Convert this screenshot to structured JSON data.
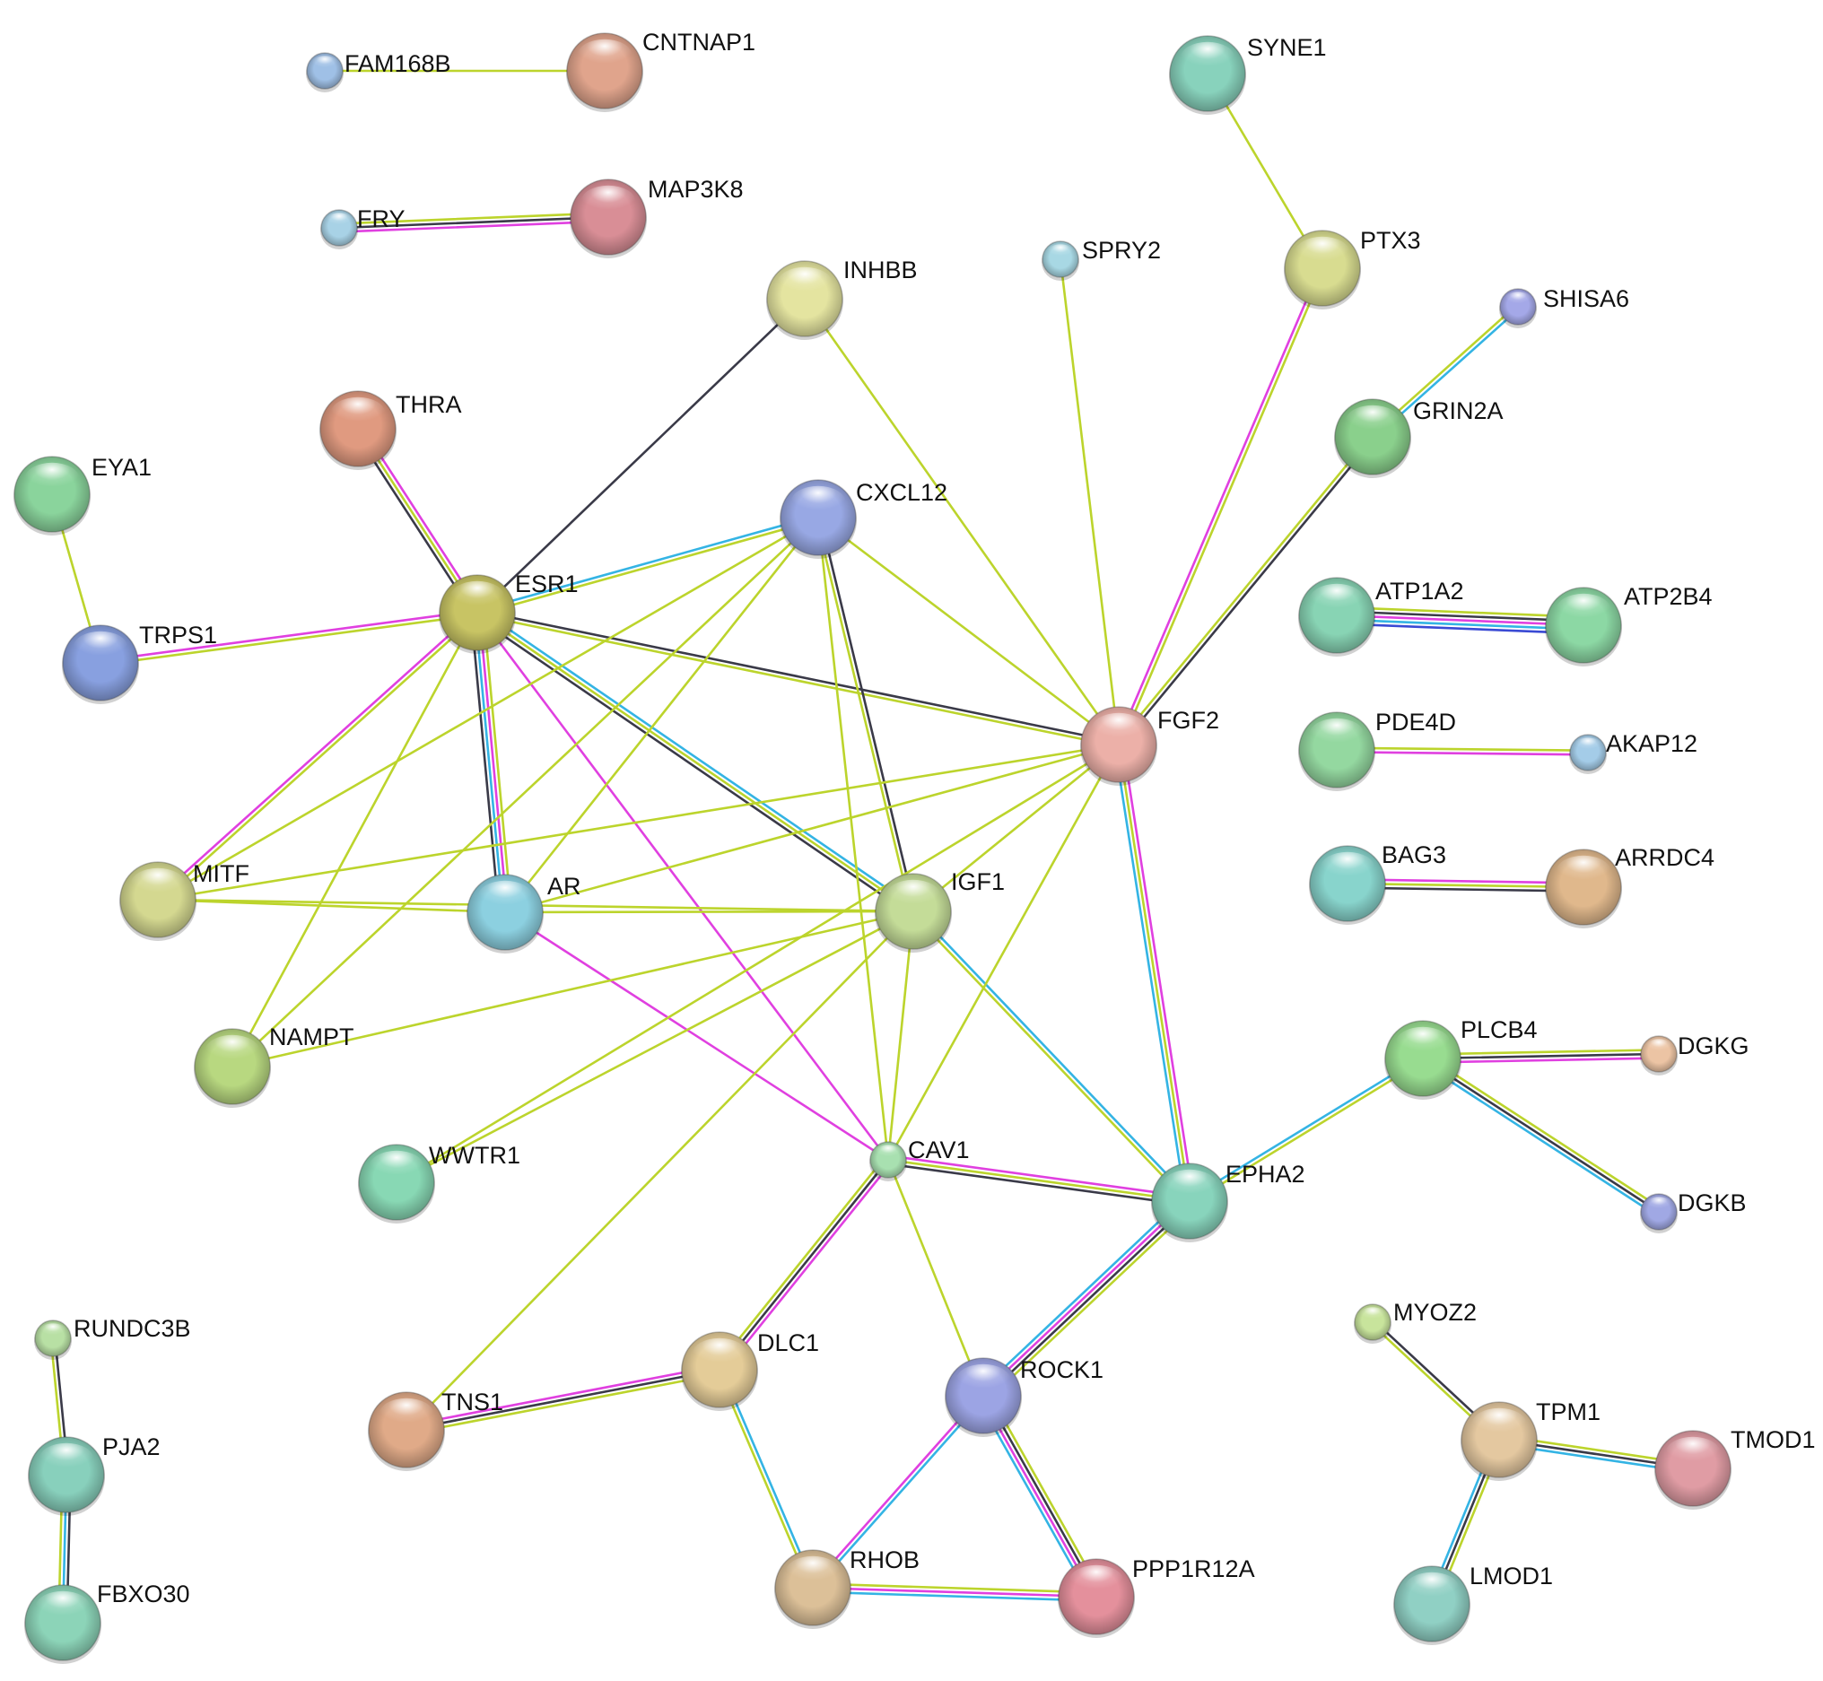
{
  "network": {
    "nodes": [
      {
        "id": "FAM168B",
        "label": "FAM168B",
        "color": "#9fc0e6",
        "large": false
      },
      {
        "id": "CNTNAP1",
        "label": "CNTNAP1",
        "color": "#e0a48c",
        "large": true
      },
      {
        "id": "FRY",
        "label": "FRY",
        "color": "#a8d2e6",
        "large": false
      },
      {
        "id": "MAP3K8",
        "label": "MAP3K8",
        "color": "#d98e96",
        "large": true
      },
      {
        "id": "SYNE1",
        "label": "SYNE1",
        "color": "#88d2bc",
        "large": true
      },
      {
        "id": "SPRY2",
        "label": "SPRY2",
        "color": "#a8d8e4",
        "large": false
      },
      {
        "id": "PTX3",
        "label": "PTX3",
        "color": "#d8dc90",
        "large": true
      },
      {
        "id": "INHBB",
        "label": "INHBB",
        "color": "#e4e4a0",
        "large": true
      },
      {
        "id": "SHISA6",
        "label": "SHISA6",
        "color": "#a4a8e8",
        "large": false
      },
      {
        "id": "GRIN2A",
        "label": "GRIN2A",
        "color": "#8ad08c",
        "large": true
      },
      {
        "id": "THRA",
        "label": "THRA",
        "color": "#e09a80",
        "large": true
      },
      {
        "id": "EYA1",
        "label": "EYA1",
        "color": "#8ad49c",
        "large": true
      },
      {
        "id": "CXCL12",
        "label": "CXCL12",
        "color": "#98a8e4",
        "large": true
      },
      {
        "id": "ESR1",
        "label": "ESR1",
        "color": "#c8c464",
        "large": true
      },
      {
        "id": "TRPS1",
        "label": "TRPS1",
        "color": "#88a0e0",
        "large": true
      },
      {
        "id": "ATP1A2",
        "label": "ATP1A2",
        "color": "#88d4b4",
        "large": true
      },
      {
        "id": "ATP2B4",
        "label": "ATP2B4",
        "color": "#8cd8a4",
        "large": true
      },
      {
        "id": "FGF2",
        "label": "FGF2",
        "color": "#ecb0a8",
        "large": true
      },
      {
        "id": "PDE4D",
        "label": "PDE4D",
        "color": "#94d8a0",
        "large": true
      },
      {
        "id": "AKAP12",
        "label": "AKAP12",
        "color": "#a4cce8",
        "large": false
      },
      {
        "id": "BAG3",
        "label": "BAG3",
        "color": "#88d4cc",
        "large": true
      },
      {
        "id": "ARRDC4",
        "label": "ARRDC4",
        "color": "#e0b88c",
        "large": true
      },
      {
        "id": "MITF",
        "label": "MITF",
        "color": "#d4d890",
        "large": true
      },
      {
        "id": "AR",
        "label": "AR",
        "color": "#8cd0e0",
        "large": true
      },
      {
        "id": "IGF1",
        "label": "IGF1",
        "color": "#c4dc98",
        "large": true
      },
      {
        "id": "NAMPT",
        "label": "NAMPT",
        "color": "#b8d880",
        "large": true
      },
      {
        "id": "PLCB4",
        "label": "PLCB4",
        "color": "#98dc90",
        "large": true
      },
      {
        "id": "DGKG",
        "label": "DGKG",
        "color": "#ecc4a4",
        "large": false
      },
      {
        "id": "WWTR1",
        "label": "WWTR1",
        "color": "#88d8b4",
        "large": true
      },
      {
        "id": "CAV1",
        "label": "CAV1",
        "color": "#a8e0b0",
        "large": false
      },
      {
        "id": "EPHA2",
        "label": "EPHA2",
        "color": "#88d4bc",
        "large": true
      },
      {
        "id": "DGKB",
        "label": "DGKB",
        "color": "#a0a8e4",
        "large": false
      },
      {
        "id": "RUNDC3B",
        "label": "RUNDC3B",
        "color": "#b8e0a4",
        "large": false
      },
      {
        "id": "MYOZ2",
        "label": "MYOZ2",
        "color": "#c8e49c",
        "large": false
      },
      {
        "id": "DLC1",
        "label": "DLC1",
        "color": "#e4cc98",
        "large": true
      },
      {
        "id": "ROCK1",
        "label": "ROCK1",
        "color": "#9ca4e4",
        "large": true
      },
      {
        "id": "TPM1",
        "label": "TPM1",
        "color": "#e4c8a0",
        "large": true
      },
      {
        "id": "TNS1",
        "label": "TNS1",
        "color": "#e0aa88",
        "large": true
      },
      {
        "id": "TMOD1",
        "label": "TMOD1",
        "color": "#e09ca4",
        "large": true
      },
      {
        "id": "PJA2",
        "label": "PJA2",
        "color": "#88d0bc",
        "large": true
      },
      {
        "id": "RHOB",
        "label": "RHOB",
        "color": "#dcc098",
        "large": true
      },
      {
        "id": "PPP1R12A",
        "label": "PPP1R12A",
        "color": "#e4909c",
        "large": true
      },
      {
        "id": "LMOD1",
        "label": "LMOD1",
        "color": "#90d0c4",
        "large": true
      },
      {
        "id": "FBXO30",
        "label": "FBXO30",
        "color": "#8cd4b8",
        "large": true
      }
    ],
    "edges": [
      {
        "source": "FAM168B",
        "target": "CNTNAP1",
        "evidence": [
          "textmining"
        ]
      },
      {
        "source": "FRY",
        "target": "MAP3K8",
        "evidence": [
          "textmining",
          "coexpression",
          "experiments"
        ]
      },
      {
        "source": "SYNE1",
        "target": "PTX3",
        "evidence": [
          "textmining"
        ]
      },
      {
        "source": "PTX3",
        "target": "FGF2",
        "evidence": [
          "textmining",
          "experiments"
        ]
      },
      {
        "source": "SPRY2",
        "target": "FGF2",
        "evidence": [
          "textmining"
        ]
      },
      {
        "source": "SHISA6",
        "target": "GRIN2A",
        "evidence": [
          "database",
          "textmining"
        ]
      },
      {
        "source": "GRIN2A",
        "target": "FGF2",
        "evidence": [
          "coexpression",
          "textmining"
        ]
      },
      {
        "source": "INHBB",
        "target": "ESR1",
        "evidence": [
          "coexpression"
        ]
      },
      {
        "source": "INHBB",
        "target": "FGF2",
        "evidence": [
          "textmining"
        ]
      },
      {
        "source": "EYA1",
        "target": "TRPS1",
        "evidence": [
          "textmining"
        ]
      },
      {
        "source": "THRA",
        "target": "ESR1",
        "evidence": [
          "experiments",
          "textmining",
          "coexpression"
        ]
      },
      {
        "source": "TRPS1",
        "target": "ESR1",
        "evidence": [
          "experiments",
          "textmining"
        ]
      },
      {
        "source": "ESR1",
        "target": "CXCL12",
        "evidence": [
          "database",
          "textmining"
        ]
      },
      {
        "source": "ESR1",
        "target": "FGF2",
        "evidence": [
          "coexpression",
          "textmining"
        ]
      },
      {
        "source": "ESR1",
        "target": "AR",
        "evidence": [
          "textmining",
          "experiments",
          "database",
          "coexpression"
        ]
      },
      {
        "source": "ESR1",
        "target": "IGF1",
        "evidence": [
          "database",
          "textmining",
          "coexpression"
        ]
      },
      {
        "source": "ESR1",
        "target": "MITF",
        "evidence": [
          "textmining",
          "experiments"
        ]
      },
      {
        "source": "ESR1",
        "target": "CAV1",
        "evidence": [
          "experiments"
        ]
      },
      {
        "source": "ESR1",
        "target": "NAMPT",
        "evidence": [
          "textmining"
        ]
      },
      {
        "source": "CXCL12",
        "target": "IGF1",
        "evidence": [
          "coexpression",
          "textmining"
        ]
      },
      {
        "source": "CXCL12",
        "target": "FGF2",
        "evidence": [
          "textmining"
        ]
      },
      {
        "source": "CXCL12",
        "target": "AR",
        "evidence": [
          "textmining"
        ]
      },
      {
        "source": "CXCL12",
        "target": "MITF",
        "evidence": [
          "textmining"
        ]
      },
      {
        "source": "CXCL12",
        "target": "CAV1",
        "evidence": [
          "textmining"
        ]
      },
      {
        "source": "CXCL12",
        "target": "NAMPT",
        "evidence": [
          "textmining"
        ]
      },
      {
        "source": "MITF",
        "target": "AR",
        "evidence": [
          "textmining"
        ]
      },
      {
        "source": "MITF",
        "target": "IGF1",
        "evidence": [
          "textmining"
        ]
      },
      {
        "source": "MITF",
        "target": "FGF2",
        "evidence": [
          "textmining"
        ]
      },
      {
        "source": "AR",
        "target": "IGF1",
        "evidence": [
          "textmining"
        ]
      },
      {
        "source": "AR",
        "target": "FGF2",
        "evidence": [
          "textmining"
        ]
      },
      {
        "source": "AR",
        "target": "CAV1",
        "evidence": [
          "experiments"
        ]
      },
      {
        "source": "IGF1",
        "target": "FGF2",
        "evidence": [
          "textmining"
        ]
      },
      {
        "source": "IGF1",
        "target": "NAMPT",
        "evidence": [
          "textmining"
        ]
      },
      {
        "source": "IGF1",
        "target": "WWTR1",
        "evidence": [
          "textmining"
        ]
      },
      {
        "source": "IGF1",
        "target": "CAV1",
        "evidence": [
          "textmining"
        ]
      },
      {
        "source": "IGF1",
        "target": "EPHA2",
        "evidence": [
          "database",
          "textmining"
        ]
      },
      {
        "source": "IGF1",
        "target": "TNS1",
        "evidence": [
          "textmining"
        ]
      },
      {
        "source": "FGF2",
        "target": "WWTR1",
        "evidence": [
          "textmining"
        ]
      },
      {
        "source": "FGF2",
        "target": "CAV1",
        "evidence": [
          "textmining"
        ]
      },
      {
        "source": "FGF2",
        "target": "EPHA2",
        "evidence": [
          "experiments",
          "textmining",
          "database"
        ]
      },
      {
        "source": "CAV1",
        "target": "EPHA2",
        "evidence": [
          "experiments",
          "textmining",
          "coexpression"
        ]
      },
      {
        "source": "CAV1",
        "target": "DLC1",
        "evidence": [
          "experiments",
          "coexpression",
          "textmining"
        ]
      },
      {
        "source": "CAV1",
        "target": "ROCK1",
        "evidence": [
          "textmining"
        ]
      },
      {
        "source": "EPHA2",
        "target": "PLCB4",
        "evidence": [
          "database",
          "textmining"
        ]
      },
      {
        "source": "EPHA2",
        "target": "ROCK1",
        "evidence": [
          "textmining",
          "coexpression",
          "experiments",
          "database"
        ]
      },
      {
        "source": "PLCB4",
        "target": "DGKG",
        "evidence": [
          "textmining",
          "coexpression",
          "experiments"
        ]
      },
      {
        "source": "PLCB4",
        "target": "DGKB",
        "evidence": [
          "textmining",
          "coexpression",
          "database"
        ]
      },
      {
        "source": "DLC1",
        "target": "TNS1",
        "evidence": [
          "textmining",
          "coexpression",
          "experiments"
        ]
      },
      {
        "source": "DLC1",
        "target": "RHOB",
        "evidence": [
          "database",
          "textmining"
        ]
      },
      {
        "source": "ROCK1",
        "target": "RHOB",
        "evidence": [
          "database",
          "experiments"
        ]
      },
      {
        "source": "ROCK1",
        "target": "PPP1R12A",
        "evidence": [
          "textmining",
          "coexpression",
          "experiments",
          "database"
        ]
      },
      {
        "source": "RHOB",
        "target": "PPP1R12A",
        "evidence": [
          "textmining",
          "experiments",
          "database"
        ]
      },
      {
        "source": "MYOZ2",
        "target": "TPM1",
        "evidence": [
          "coexpression",
          "textmining"
        ]
      },
      {
        "source": "TPM1",
        "target": "TMOD1",
        "evidence": [
          "textmining",
          "coexpression",
          "database"
        ]
      },
      {
        "source": "TPM1",
        "target": "LMOD1",
        "evidence": [
          "textmining",
          "coexpression",
          "database"
        ]
      },
      {
        "source": "RUNDC3B",
        "target": "PJA2",
        "evidence": [
          "coexpression",
          "textmining"
        ]
      },
      {
        "source": "PJA2",
        "target": "FBXO30",
        "evidence": [
          "coexpression",
          "database",
          "textmining"
        ]
      },
      {
        "source": "ATP1A2",
        "target": "ATP2B4",
        "evidence": [
          "textmining",
          "coexpression",
          "experiments",
          "database",
          "homology"
        ]
      },
      {
        "source": "PDE4D",
        "target": "AKAP12",
        "evidence": [
          "textmining",
          "experiments"
        ]
      },
      {
        "source": "BAG3",
        "target": "ARRDC4",
        "evidence": [
          "experiments",
          "textmining",
          "coexpression"
        ]
      }
    ],
    "evidence_colors": {
      "textmining": "#bcd42c",
      "experiments": "#e040e0",
      "database": "#34b4e4",
      "coexpression": "#3a3a48",
      "homology": "#3a4ad4"
    }
  }
}
